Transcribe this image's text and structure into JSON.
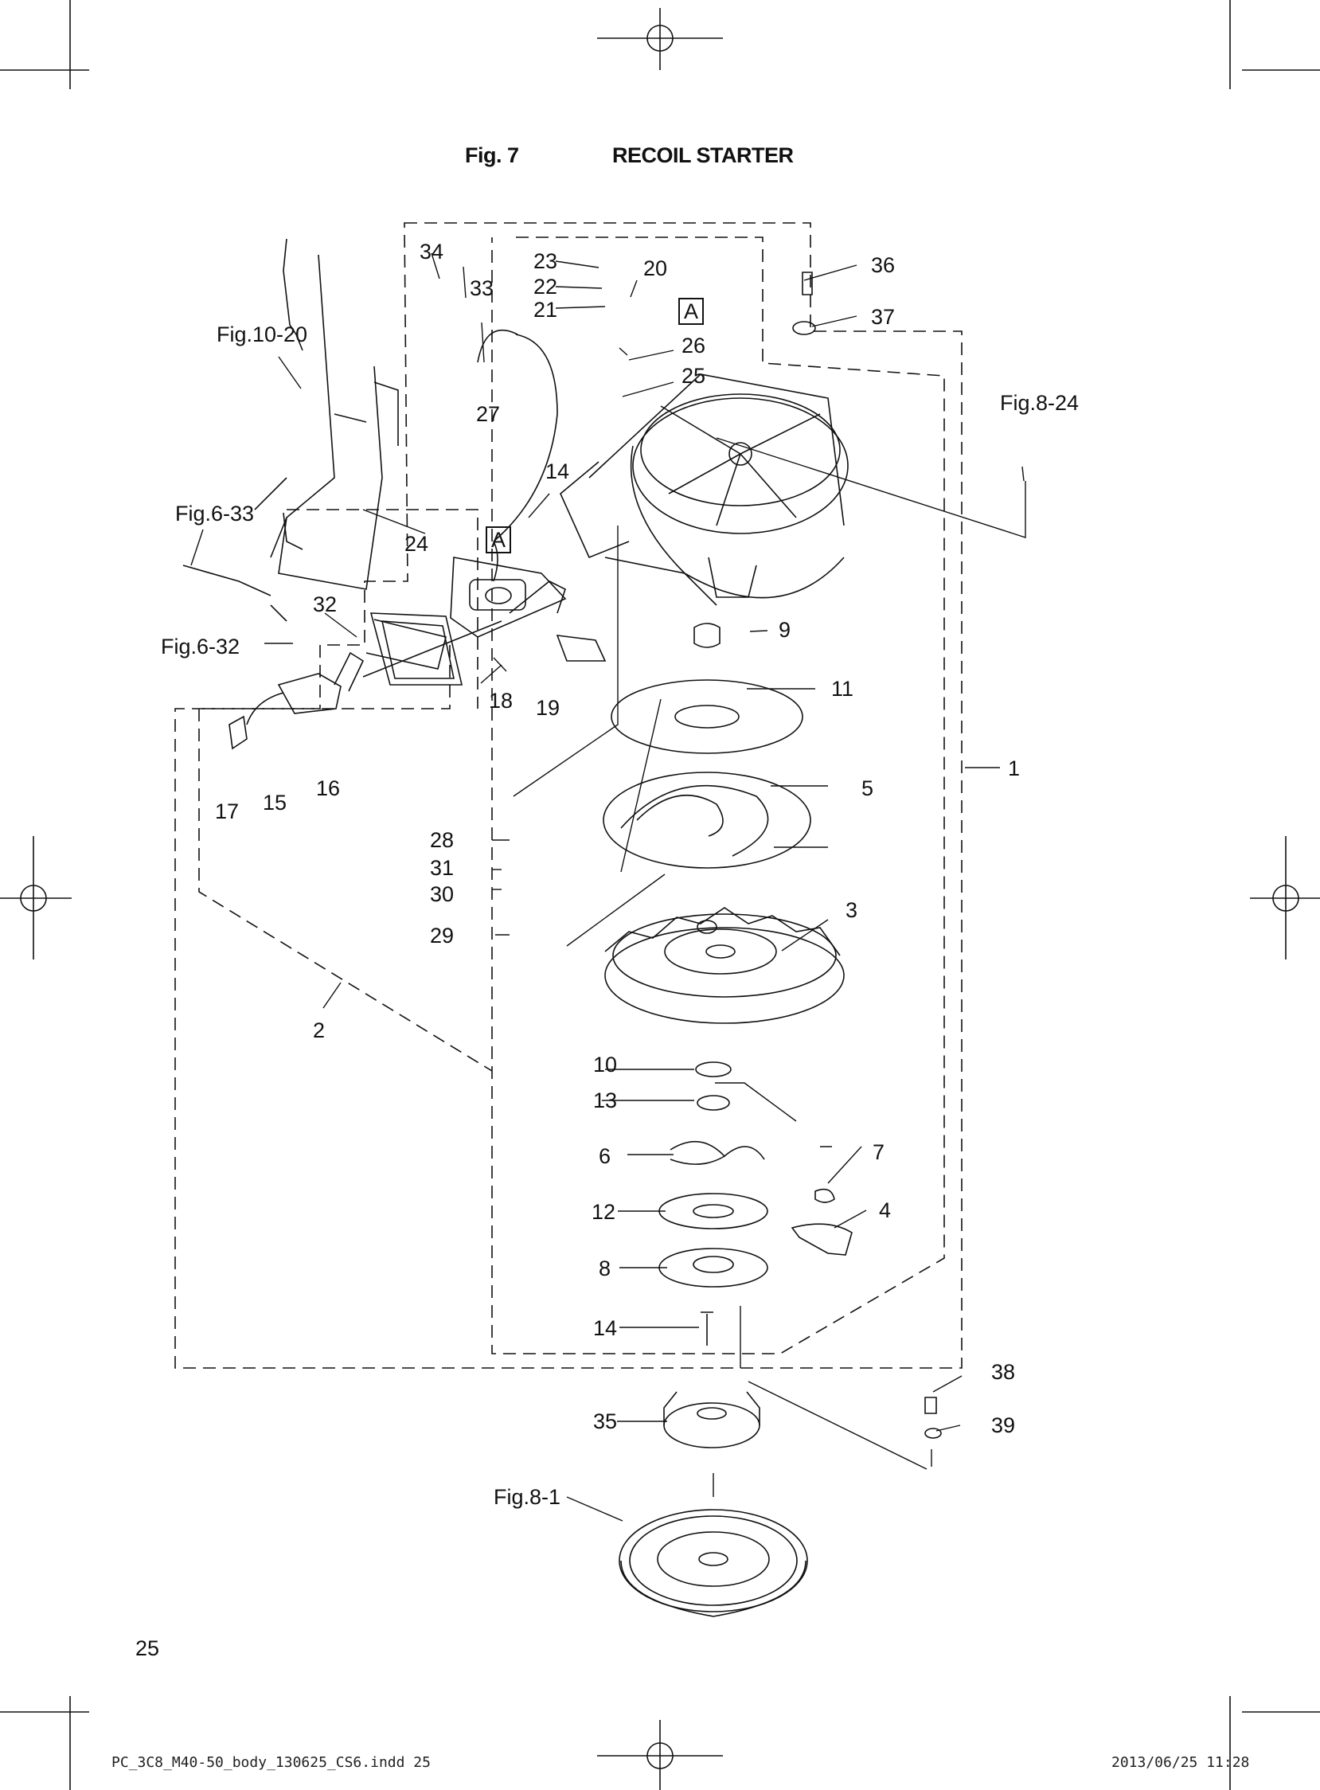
{
  "header": {
    "fig_number": "Fig. 7",
    "title": "RECOIL STARTER"
  },
  "labels": {
    "n1": "1",
    "n2": "2",
    "n3": "3",
    "n4": "4",
    "n5": "5",
    "n6": "6",
    "n7": "7",
    "n8": "8",
    "n9": "9",
    "n10": "10",
    "n11": "11",
    "n12": "12",
    "n13": "13",
    "n14a": "14",
    "n14b": "14",
    "n15": "15",
    "n16": "16",
    "n17": "17",
    "n18": "18",
    "n19": "19",
    "n20": "20",
    "n21": "21",
    "n22": "22",
    "n23": "23",
    "n24": "24",
    "n25": "25",
    "n26": "26",
    "n27": "27",
    "n28": "28",
    "n29": "29",
    "n30": "30",
    "n31": "31",
    "n32": "32",
    "n33": "33",
    "n34": "34",
    "n35": "35",
    "n36": "36",
    "n37": "37",
    "n38": "38",
    "n39": "39"
  },
  "refs": {
    "fig10_20": "Fig.10-20",
    "fig6_33": "Fig.6-33",
    "fig6_32": "Fig.6-32",
    "fig8_24": "Fig.8-24",
    "fig8_1": "Fig.8-1",
    "box_a_top": "A",
    "box_a_mid": "A"
  },
  "page_number": "25",
  "footer": {
    "file": "PC_3C8_M40-50_body_130625_CS6.indd  25",
    "timestamp": "2013/06/25  11:28"
  }
}
